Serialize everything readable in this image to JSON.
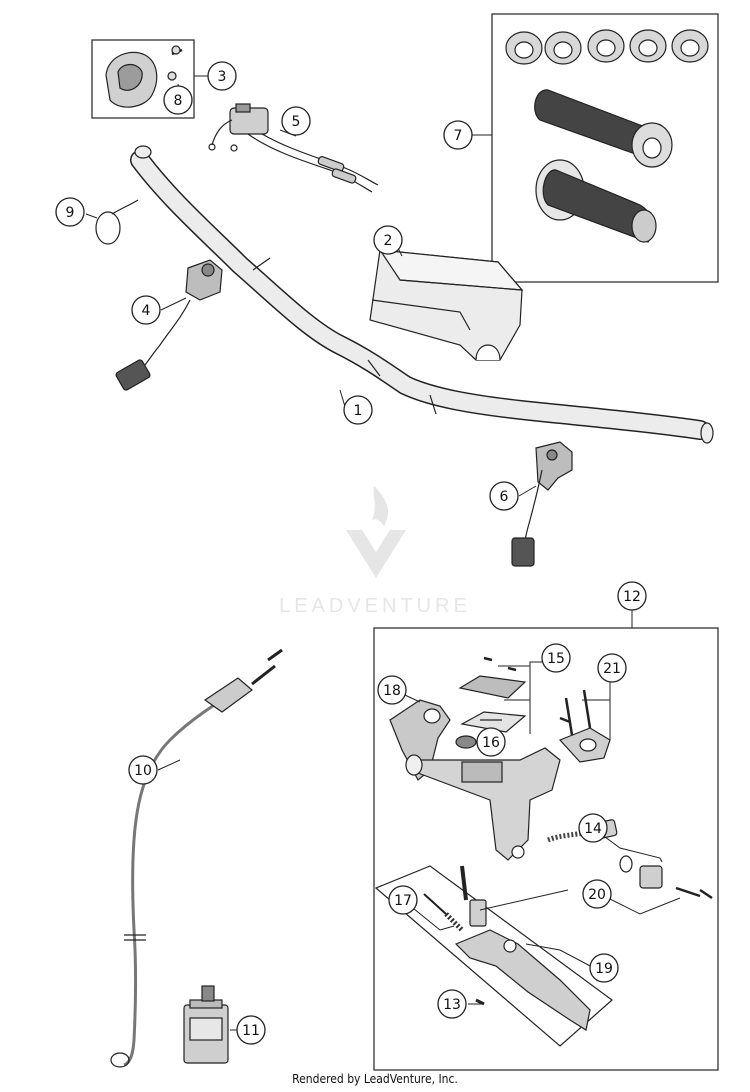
{
  "watermark": {
    "brand": "LEADVENTURE"
  },
  "footer": {
    "text": "Rendered by LeadVenture, Inc."
  },
  "callouts": [
    {
      "id": "c1",
      "label": "1"
    },
    {
      "id": "c2",
      "label": "2"
    },
    {
      "id": "c3",
      "label": "3"
    },
    {
      "id": "c4",
      "label": "4"
    },
    {
      "id": "c5",
      "label": "5"
    },
    {
      "id": "c6",
      "label": "6"
    },
    {
      "id": "c7",
      "label": "7"
    },
    {
      "id": "c8",
      "label": "8"
    },
    {
      "id": "c9",
      "label": "9"
    },
    {
      "id": "c10",
      "label": "10"
    },
    {
      "id": "c11",
      "label": "11"
    },
    {
      "id": "c12",
      "label": "12"
    },
    {
      "id": "c13",
      "label": "13"
    },
    {
      "id": "c14",
      "label": "14"
    },
    {
      "id": "c15",
      "label": "15"
    },
    {
      "id": "c16",
      "label": "16"
    },
    {
      "id": "c17",
      "label": "17"
    },
    {
      "id": "c18",
      "label": "18"
    },
    {
      "id": "c19",
      "label": "19"
    },
    {
      "id": "c20",
      "label": "20"
    },
    {
      "id": "c21",
      "label": "21"
    }
  ]
}
